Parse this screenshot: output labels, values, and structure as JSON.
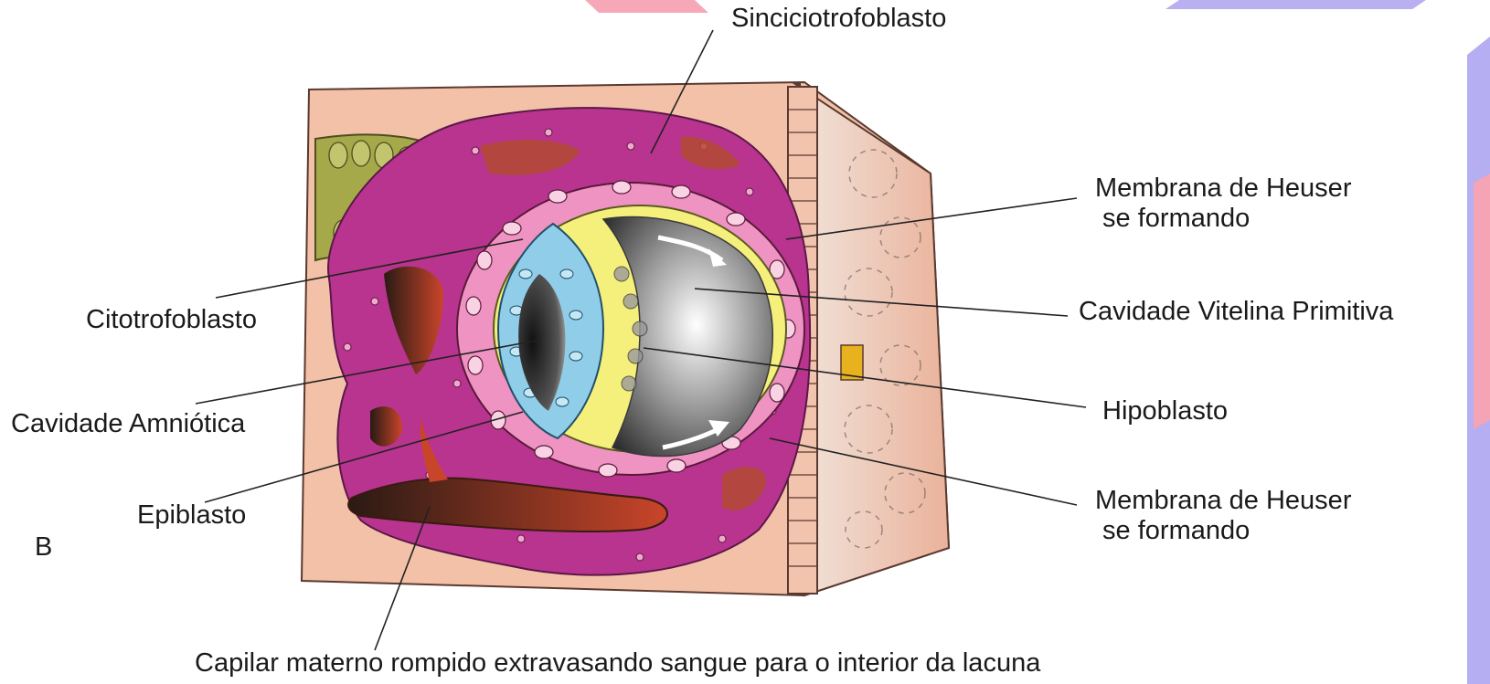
{
  "labels": {
    "sinciciotrofoblasto": "Sinciciotrofoblasto",
    "heuser_top": "Membrana de Heuser\n se formando",
    "citotrofoblasto": "Citotrofoblasto",
    "vitelina": "Cavidade Vitelina Primitiva",
    "amniotica": "Cavidade Amniótica",
    "hipoblasto": "Hipoblasto",
    "epiblasto": "Epiblasto",
    "heuser_bottom": "Membrana de Heuser\n se formando",
    "panel_letter": "B",
    "capilar": "Capilar materno rompido extravasando sangue para o interior da lacuna"
  },
  "colors": {
    "stroma": "#f3c1a8",
    "syncytio": "#b8348f",
    "cyto": "#ee93c2",
    "hypo": "#f5ef7c",
    "epi": "#8fcde8",
    "gland": "#a6a94a",
    "lacuna": "#b24a30",
    "uterine_wall": "#e8b39b"
  }
}
